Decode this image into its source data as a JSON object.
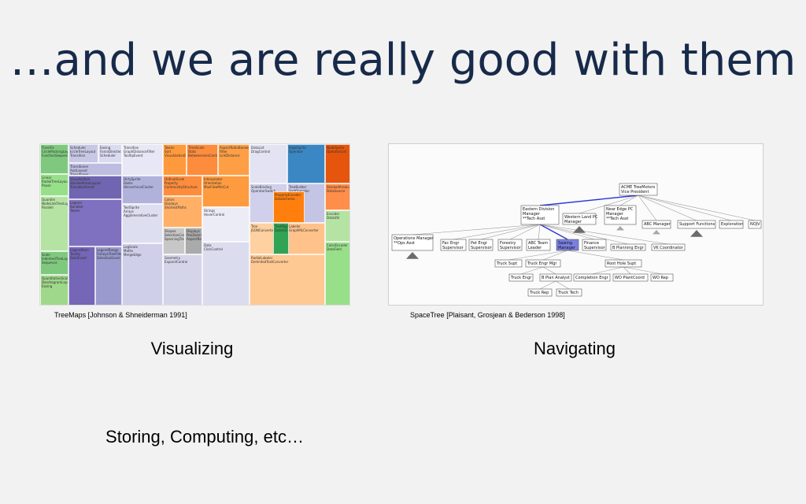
{
  "slide": {
    "title": "…and we are really good with them",
    "left_caption": "TreeMaps [Johnson & Shneiderman 1991]",
    "right_caption": "SpaceTree [Plaisant,  Grosjean & Bederson 1998]",
    "left_heading": "Visualizing",
    "right_heading": "Navigating",
    "bottom_text": "Storing, Computing, etc…"
  },
  "colors": {
    "title": "#172a4a",
    "background": "#f2f2f2",
    "selected_node": "#7b7fe0",
    "path_edge": "#2b35d6"
  },
  "treemap_labels": [
    "FlareVis",
    "Linear",
    "Quantile",
    "Scale",
    "QuantitativeScale",
    "Scheduler",
    "Easing",
    "Transitioner",
    "Visualization",
    "Legend",
    "LegendItem",
    "LegendRange",
    "Transition",
    "Tween",
    "DirtySprite",
    "TextSprite",
    "LogScale",
    "OrdinalScale",
    "TimeScale",
    "AspectRatioBanker",
    "Interpolator",
    "Colors",
    "Shapes",
    "Displays",
    "Geometry",
    "Strings",
    "Data",
    "DataList",
    "EdgeSprite",
    "NodeSprite",
    "ScaleBinding",
    "TreeBuilder",
    "Tree",
    "Labeler",
    "RadialLabeler",
    "StackedAreaLabeler",
    "Encoder",
    "ColorEncoder",
    "PropertyEncoder",
    "TreeMapLayout",
    "CirclePackingLayout",
    "RadialTreeLayout",
    "NodeLinkTreeLayout",
    "IndentedTreeLayout",
    "DendrogramLayout",
    "IcicleTreeLayout",
    "ForceDirectedLayout",
    "AxisLayout",
    "StackedAreaLayout",
    "Bundled",
    "Tooltip",
    "FisheyeTreeFilter",
    "GraphDistanceFilter",
    "Sort",
    "Dates",
    "Arrays",
    "Maths",
    "Property",
    "Stats",
    "Filter",
    "Orientation",
    "Displays",
    "SelectionControl",
    "PanZoomControl",
    "ExpandControl",
    "HoverControl",
    "ClickControl",
    "DragControl",
    "Operator",
    "OperatorList",
    "OperatorSwitch",
    "SortOperator",
    "JSONConverter",
    "GraphMLConverter",
    "DelimitedTextConverter",
    "DataSource",
    "DataUtil",
    "DataField",
    "DataSchema",
    "DateUtil",
    "FunctionSequence",
    "Pause",
    "Parallel",
    "Sequence",
    "Easing",
    "Transition",
    "Scheduler",
    "Transitioner",
    "TransitionEvent",
    "Tween",
    "DataEvent",
    "SelectionEvent",
    "TooltipEvent",
    "VisualizationEvent",
    "HierarchicalCluster",
    "AgglomerativeCluster",
    "MergeEdge",
    "CommunityStructure",
    "BetweennessCentrality",
    "LinkDistance",
    "MaxFlowMinCut",
    "ShortestPaths",
    "SpanningTree",
    "AspectRatioBanker"
  ],
  "spacetree": {
    "nodes": [
      {
        "id": "acme",
        "line1": "ACME TreeMotors",
        "line2": "Vice President"
      },
      {
        "id": "eastern",
        "line1": "Eastern Division",
        "line2": "Manager",
        "line3": "**Tech Asst"
      },
      {
        "id": "western",
        "line1": "Western Land PC",
        "line2": "Manager"
      },
      {
        "id": "nearedge",
        "line1": "Near Edge PC",
        "line2": "Manager",
        "line3": "**Tech Asst"
      },
      {
        "id": "abc",
        "line1": "ABC Manager"
      },
      {
        "id": "support",
        "line1": "Support Functions"
      },
      {
        "id": "exploration",
        "line1": "Exploration"
      },
      {
        "id": "nojv",
        "line1": "NOJV"
      },
      {
        "id": "ops",
        "line1": "Operations Manager",
        "line2": "**Ops Asst"
      },
      {
        "id": "fac",
        "line1": "Fac Engr",
        "line2": "Supervisor"
      },
      {
        "id": "pet",
        "line1": "Pet Engr",
        "line2": "Supervisor"
      },
      {
        "id": "forestry",
        "line1": "Forestry",
        "line2": "Supervisor"
      },
      {
        "id": "abcteam",
        "line1": "ABC Team",
        "line2": "Leader"
      },
      {
        "id": "sawing",
        "line1": "Sawing",
        "line2": "Manager"
      },
      {
        "id": "finance",
        "line1": "Finance",
        "line2": "Supervisor"
      },
      {
        "id": "bplanning",
        "line1": "B Planning Engr"
      },
      {
        "id": "vk",
        "line1": "VK Coordinator"
      },
      {
        "id": "trucksupt",
        "line1": "Truck Supt"
      },
      {
        "id": "truckengrmgr",
        "line1": "Truck Engr Mgr"
      },
      {
        "id": "rootholesupt",
        "line1": "Root Hole Supt"
      },
      {
        "id": "truckengr",
        "line1": "Truck Engr"
      },
      {
        "id": "bplananalyst",
        "line1": "B Plan Analyst"
      },
      {
        "id": "completion",
        "line1": "Completion Engr"
      },
      {
        "id": "woplant",
        "line1": "WO PlantCoord"
      },
      {
        "id": "worep",
        "line1": "WO Rep"
      },
      {
        "id": "truckrep",
        "line1": "Truck Rep"
      },
      {
        "id": "trucktech",
        "line1": "Truck Tech"
      }
    ]
  }
}
